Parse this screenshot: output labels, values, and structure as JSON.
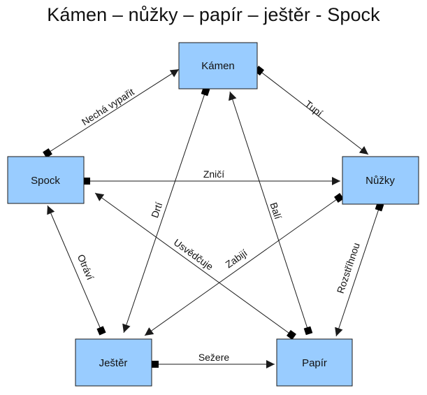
{
  "title": "Kámen – nůžky – papír – ještěr - Spock",
  "colors": {
    "node_fill": "#99ccff",
    "node_stroke": "#1a1a1a",
    "line": "#1a1a1a"
  },
  "nodes": {
    "kamen": "Kámen",
    "nuzky": "Nůžky",
    "papir": "Papír",
    "jester": "Ještěr",
    "spock": "Spock"
  },
  "edges": {
    "kamen_nuzky": "Tupí",
    "spock_kamen": "Nechá vypařit",
    "spock_nuzky": "Zničí",
    "kamen_jester": "Drtí",
    "papir_kamen": "Balí",
    "nuzky_papir": "Rozstříhnou",
    "jester_spock": "Otráví",
    "papir_spock": "Usvědčuje",
    "nuzky_jester": "Zabijí",
    "jester_papir": "Sežere"
  }
}
